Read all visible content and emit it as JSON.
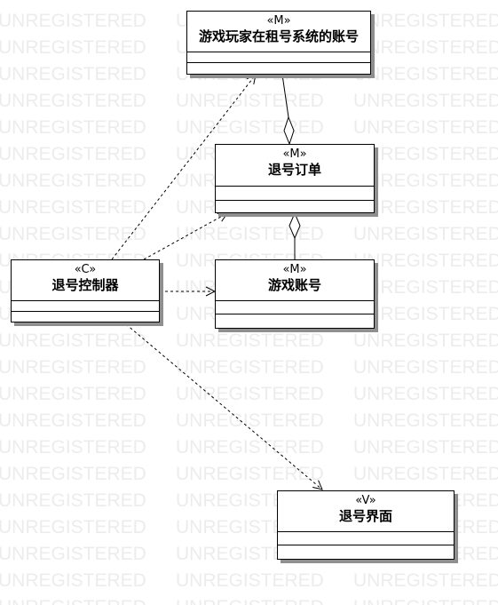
{
  "watermark": {
    "text": "UNREGISTERED",
    "color": "#ececec"
  },
  "colors": {
    "line": "#000000",
    "shadow": "#8f8f8f",
    "background": "#ffffff"
  },
  "classes": {
    "account": {
      "stereotype": "«M»",
      "name": "游戏玩家在租号系统的账号"
    },
    "order": {
      "stereotype": "«M»",
      "name": "退号订单"
    },
    "controller": {
      "stereotype": "«C»",
      "name": "退号控制器"
    },
    "game_account": {
      "stereotype": "«M»",
      "name": "游戏账号"
    },
    "ui": {
      "stereotype": "«V»",
      "name": "退号界面"
    }
  }
}
